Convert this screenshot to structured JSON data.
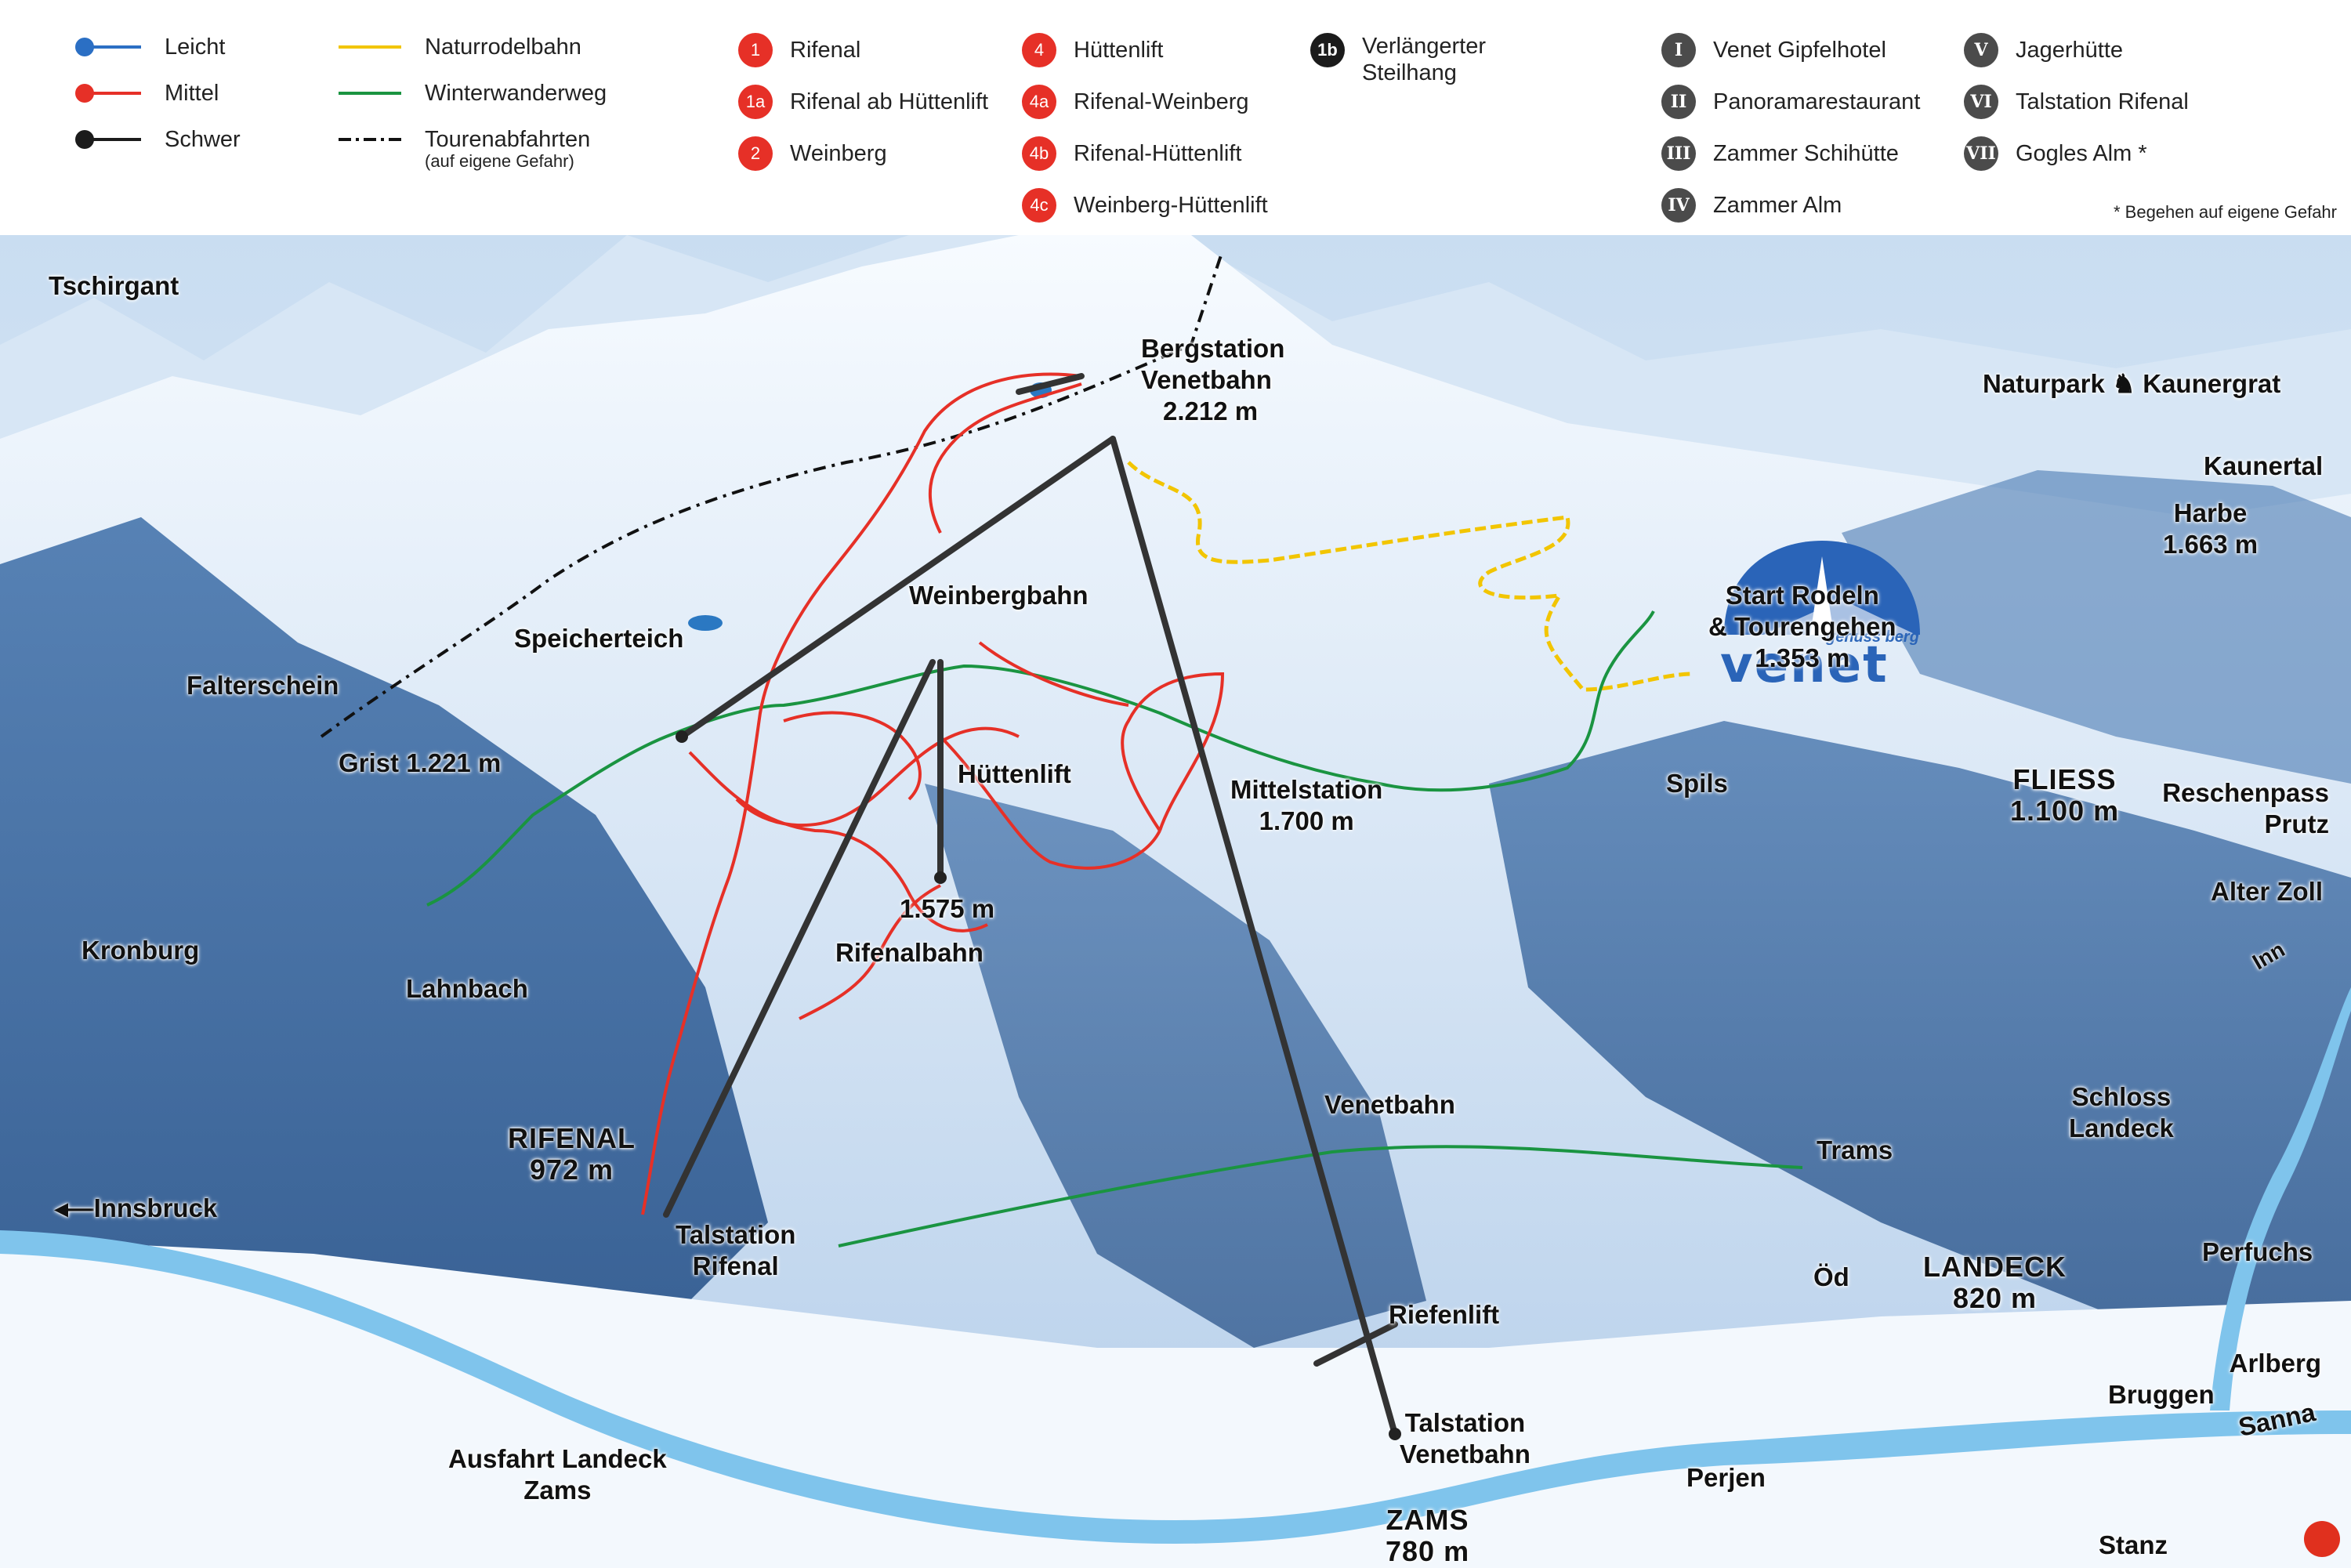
{
  "legend": {
    "difficulty": [
      {
        "label": "Leicht",
        "color": "#2b6fc4"
      },
      {
        "label": "Mittel",
        "color": "#e63027"
      },
      {
        "label": "Schwer",
        "color": "#1b1b1b"
      }
    ],
    "routes": [
      {
        "label": "Naturrodelbahn",
        "color": "#f2c500",
        "style": "solid"
      },
      {
        "label": "Winterwanderweg",
        "color": "#1a9441",
        "style": "solid"
      },
      {
        "label": "Tourenabfahrten",
        "sublabel": "(auf eigene Gefahr)",
        "color": "#111111",
        "style": "dash-dot"
      }
    ],
    "pistes_col1": [
      {
        "num": "1",
        "label": "Rifenal"
      },
      {
        "num": "1a",
        "label": "Rifenal ab Hüttenlift"
      },
      {
        "num": "2",
        "label": "Weinberg"
      }
    ],
    "pistes_col2": [
      {
        "num": "4",
        "label": "Hüttenlift"
      },
      {
        "num": "4a",
        "label": "Rifenal-Weinberg"
      },
      {
        "num": "4b",
        "label": "Rifenal-Hüttenlift"
      },
      {
        "num": "4c",
        "label": "Weinberg-Hüttenlift"
      }
    ],
    "steep": {
      "num": "1b",
      "line1": "Verlängerter",
      "line2": "Steilhang"
    },
    "huts_col1": [
      {
        "num": "I",
        "label": "Venet Gipfelhotel"
      },
      {
        "num": "II",
        "label": "Panoramarestaurant"
      },
      {
        "num": "III",
        "label": "Zammer Schihütte"
      },
      {
        "num": "IV",
        "label": "Zammer Alm"
      }
    ],
    "huts_col2": [
      {
        "num": "V",
        "label": "Jagerhütte"
      },
      {
        "num": "VI",
        "label": "Talstation Rifenal"
      },
      {
        "num": "VII",
        "label": "Gogles Alm *"
      }
    ],
    "note": "* Begehen auf eigene Gefahr"
  },
  "logo": {
    "sub": "genuss berg",
    "main": "venet"
  },
  "labels": {
    "tschirgant": "Tschirgant",
    "bergstation": [
      "Bergstation",
      "Venetbahn",
      "2.212 m"
    ],
    "naturpark": "Naturpark",
    "kaunergrat": "Kaunergrat",
    "kaunertal": "Kaunertal",
    "harbe": [
      "Harbe",
      "1.663 m"
    ],
    "weinbergbahn": "Weinbergbahn",
    "speicherteich": "Speicherteich",
    "start_rodeln": [
      "Start Rodeln",
      "& Tourengehen",
      "1.353 m"
    ],
    "falterschein": "Falterschein",
    "grist": "Grist 1.221 m",
    "huettenlift": "Hüttenlift",
    "mittelstation": [
      "Mittelstation",
      "1.700 m"
    ],
    "spils": "Spils",
    "fliess": [
      "FLIESS",
      "1.100 m"
    ],
    "reschenpass": [
      "Reschenpass",
      "Prutz"
    ],
    "alter_zoll": "Alter Zoll",
    "inn": "Inn",
    "kronburg": "Kronburg",
    "lahnbach": "Lahnbach",
    "elev_1575": "1.575 m",
    "rifenalbahn": "Rifenalbahn",
    "rifenal": [
      "RIFENAL",
      "972 m"
    ],
    "venetbahn": "Venetbahn",
    "schloss": [
      "Schloss",
      "Landeck"
    ],
    "trams": "Trams",
    "innsbruck": "Innsbruck",
    "talstation_rifenal": [
      "Talstation",
      "Rifenal"
    ],
    "perfuchs": "Perfuchs",
    "oed": "Öd",
    "landeck": [
      "LANDECK",
      "820 m"
    ],
    "riefenlift": "Riefenlift",
    "arlberg": "Arlberg",
    "bruggen": "Bruggen",
    "sanna": "Sanna",
    "ausfahrt": [
      "Ausfahrt Landeck",
      "Zams"
    ],
    "talstation_venet": [
      "Talstation",
      "Venetbahn"
    ],
    "perjen": "Perjen",
    "zams": [
      "ZAMS",
      "780 m"
    ],
    "stanz": "Stanz"
  },
  "colors": {
    "sky": "#dbe9f6",
    "mountain_dark": "#2f5e98",
    "snow": "#f3f8fd",
    "river": "#7fc4ec",
    "piste_red": "#e63027",
    "lift": "#333333",
    "hike": "#1a9441",
    "sled": "#f2c500"
  }
}
